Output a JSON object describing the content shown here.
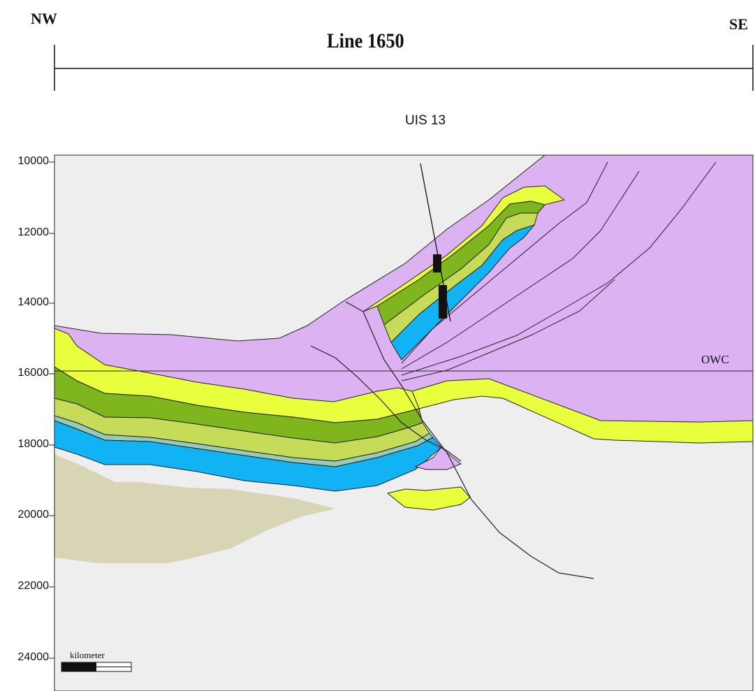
{
  "header": {
    "left_direction": "NW",
    "right_direction": "SE",
    "title": "Line 1650"
  },
  "well": {
    "name": "UIS 13"
  },
  "depth_axis": {
    "ticks": [
      "10000",
      "12000",
      "14000",
      "16000",
      "18000",
      "20000",
      "22000",
      "24000"
    ]
  },
  "contact": {
    "label": "OWC",
    "depth": 16000
  },
  "scale_bar": {
    "label": "kilometer"
  },
  "colors": {
    "shale_purple": "#dcb2f2",
    "yellow_green": "#e8ff3e",
    "dark_green": "#7fb51d",
    "light_olive": "#c6dc58",
    "blue": "#12b3f4",
    "pale_teal": "#96ccb7",
    "basement_tan": "#d7d5b5",
    "basement_grey": "#eeeeee"
  }
}
